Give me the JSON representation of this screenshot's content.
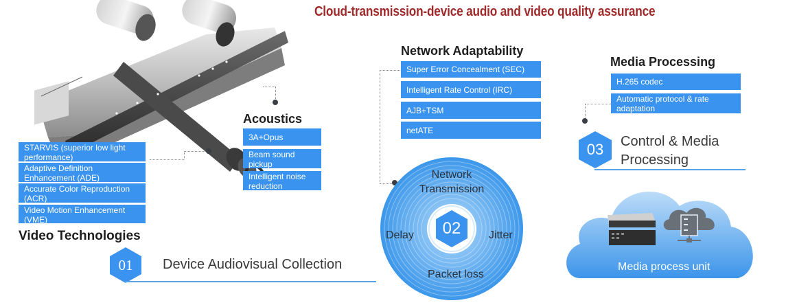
{
  "title": "Cloud-transmission-device audio and video quality assurance",
  "colors": {
    "title": "#a0292a",
    "box": "#3a93ee",
    "accent": "#4a9be8"
  },
  "device_image": {
    "icon": "camera-bar-exploded-view"
  },
  "video_technologies": {
    "heading": "Video Technologies",
    "items": [
      {
        "line1": "STARVIS (superior low light",
        "line2": "performance)"
      },
      {
        "line1": "Adaptive Definition",
        "line2": "Enhancement (ADE)"
      },
      {
        "line1": "Accurate Color Reproduction",
        "line2": "(ACR)"
      },
      {
        "line1": "Video Motion Enhancement",
        "line2": "(VME)"
      }
    ]
  },
  "acoustics": {
    "heading": "Acoustics",
    "items": [
      {
        "line1": "3A+Opus",
        "line2": ""
      },
      {
        "line1": "Beam sound",
        "line2": "pickup"
      },
      {
        "line1": "Intelligent noise",
        "line2": "reduction"
      }
    ]
  },
  "network_adaptability": {
    "heading": "Network Adaptability",
    "items": [
      "Super Error Concealment (SEC)",
      "Intelligent Rate Control (IRC)",
      "AJB+TSM",
      "netATE"
    ]
  },
  "media_processing": {
    "heading": "Media Processing",
    "items": [
      {
        "line1": "H.265 codec",
        "line2": ""
      },
      {
        "line1": "Automatic protocol & rate",
        "line2": "adaptation"
      }
    ]
  },
  "steps": [
    {
      "number": "01",
      "label": "Device Audiovisual Collection"
    },
    {
      "number": "02",
      "label_line1": "Network",
      "label_line2": "Transmission"
    },
    {
      "number": "03",
      "label_line1": "Control & Media",
      "label_line2": "Processing"
    }
  ],
  "network_ring": {
    "left": "Delay",
    "right": "Jitter",
    "bottom": "Packet loss"
  },
  "cloud": {
    "label": "Media process unit",
    "icons": [
      "server-rack-icon",
      "cloud-server-icon"
    ]
  }
}
